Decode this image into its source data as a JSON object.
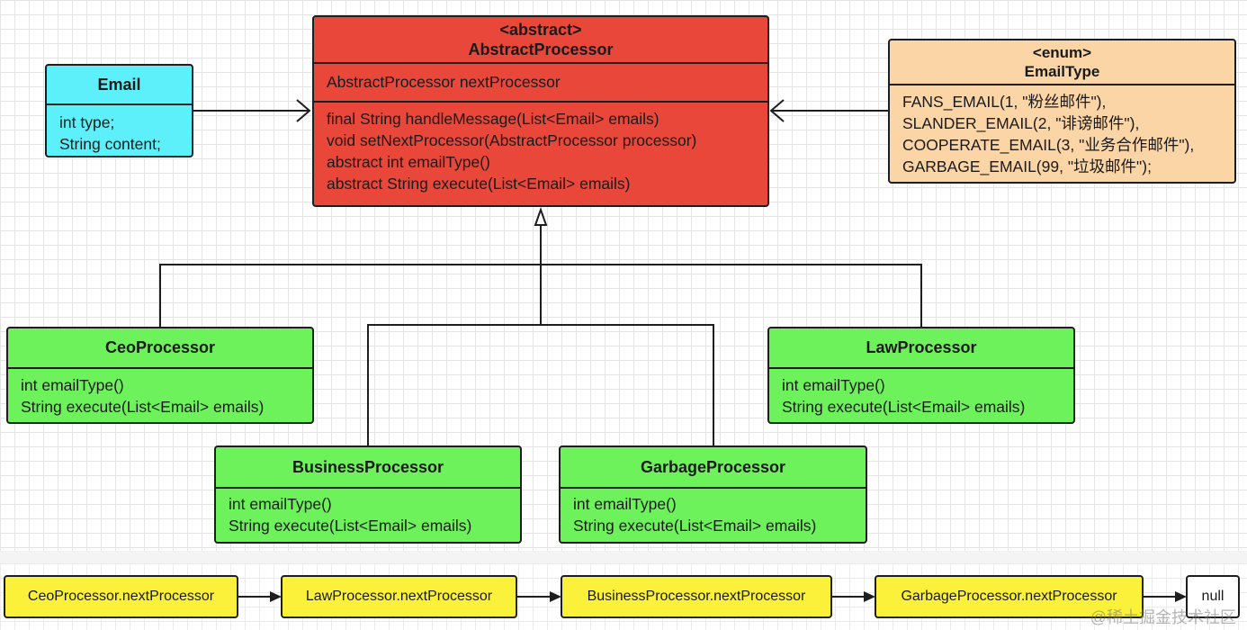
{
  "abstract_class": {
    "stereotype": "<abstract>",
    "name": "AbstractProcessor",
    "fields": [
      "AbstractProcessor nextProcessor"
    ],
    "methods": [
      "final String handleMessage(List<Email> emails)",
      "void setNextProcessor(AbstractProcessor processor)",
      "abstract int emailType()",
      "abstract String execute(List<Email> emails)"
    ]
  },
  "email_class": {
    "name": "Email",
    "fields": [
      "int type;",
      "String content;"
    ]
  },
  "enum_class": {
    "stereotype": "<enum>",
    "name": "EmailType",
    "values": [
      "FANS_EMAIL(1, \"粉丝邮件\"),",
      "SLANDER_EMAIL(2, \"诽谤邮件\"),",
      "COOPERATE_EMAIL(3, \"业务合作邮件\"),",
      "GARBAGE_EMAIL(99, \"垃圾邮件\");"
    ]
  },
  "subclasses": {
    "ceo": {
      "name": "CeoProcessor",
      "methods": [
        "int emailType()",
        "String execute(List<Email> emails)"
      ]
    },
    "law": {
      "name": "LawProcessor",
      "methods": [
        "int emailType()",
        "String execute(List<Email> emails)"
      ]
    },
    "business": {
      "name": "BusinessProcessor",
      "methods": [
        "int emailType()",
        "String execute(List<Email> emails)"
      ]
    },
    "garbage": {
      "name": "GarbageProcessor",
      "methods": [
        "int emailType()",
        "String execute(List<Email> emails)"
      ]
    }
  },
  "chain": [
    "CeoProcessor.nextProcessor",
    "LawProcessor.nextProcessor",
    "BusinessProcessor.nextProcessor",
    "GarbageProcessor.nextProcessor",
    "null"
  ],
  "watermark": "@稀土掘金技术社区",
  "colors": {
    "email_fill": "#5ef0fa",
    "abstract_fill": "#e8473a",
    "enum_fill": "#fbd5a6",
    "subclass_fill": "#6ef25c",
    "chain_fill": "#fbf03a",
    "border": "#1e1e1e"
  }
}
